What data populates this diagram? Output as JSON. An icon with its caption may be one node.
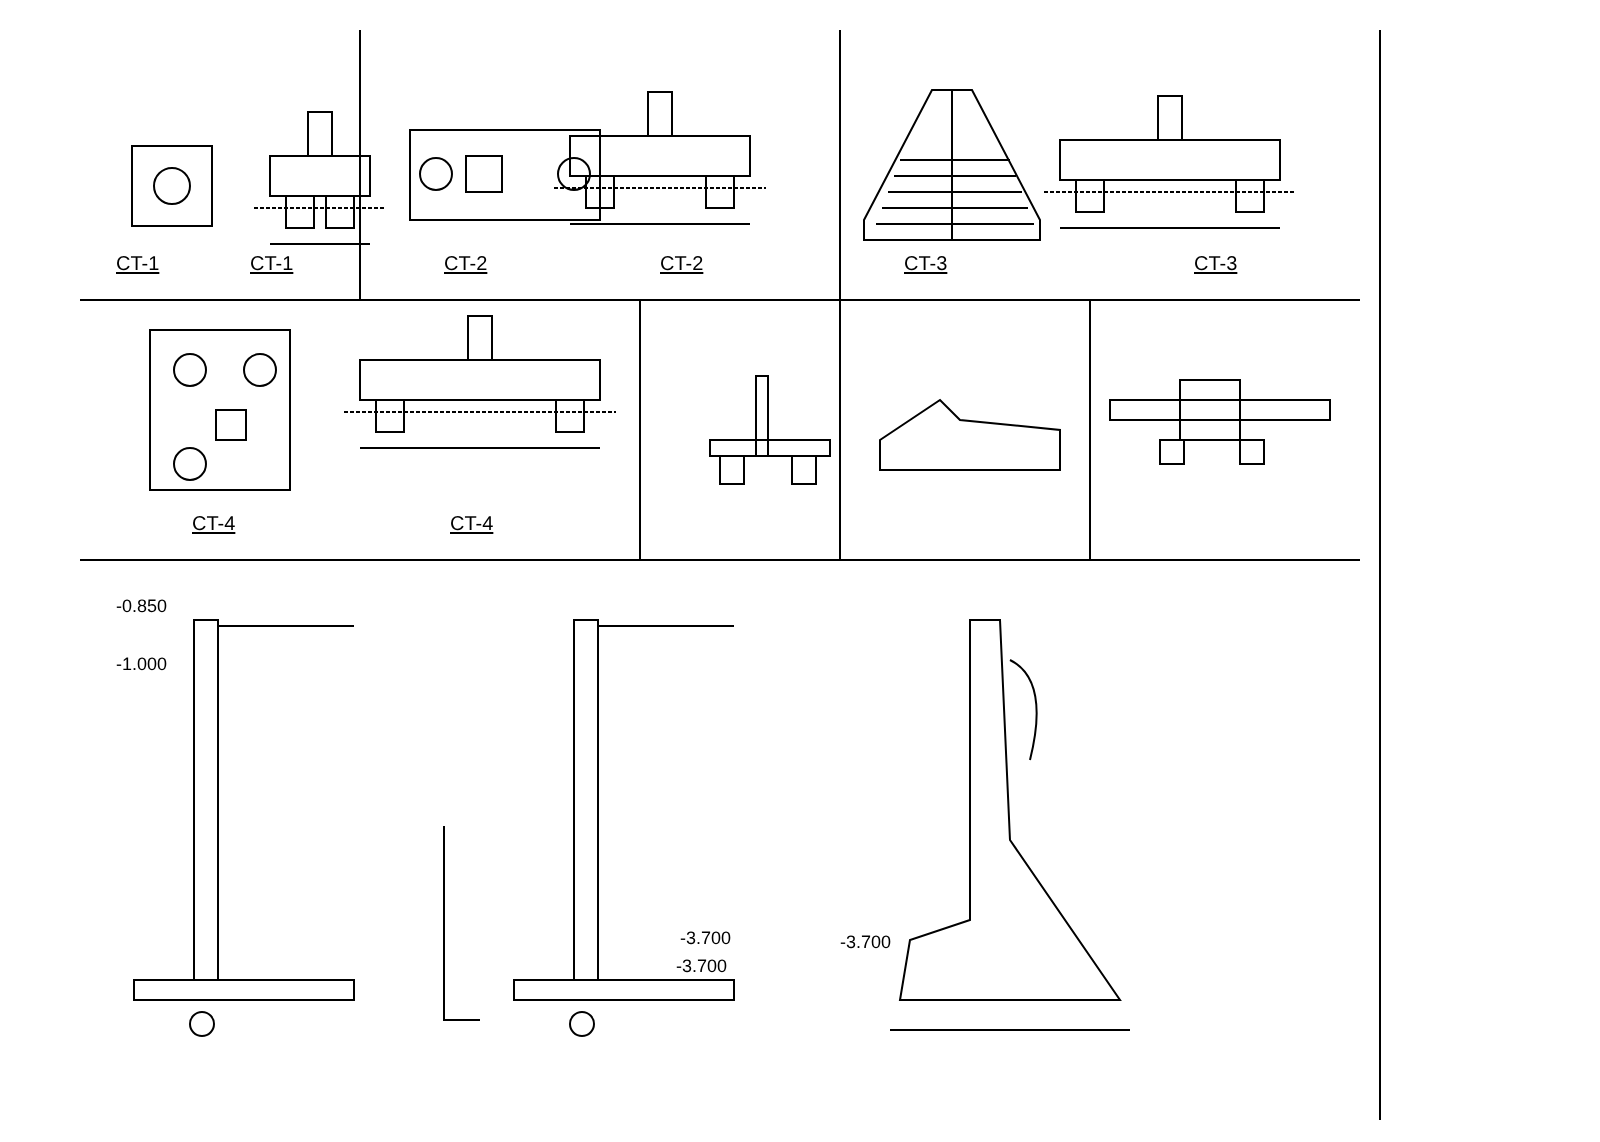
{
  "diagram": {
    "labels": [
      "CT-1",
      "CT-1",
      "CT-2",
      "CT-2",
      "CT-3",
      "CT-3",
      "CT-4",
      "CT-4",
      "-0.850",
      "-1.000",
      "-3.700",
      "-3.700",
      "-3.700"
    ]
  }
}
